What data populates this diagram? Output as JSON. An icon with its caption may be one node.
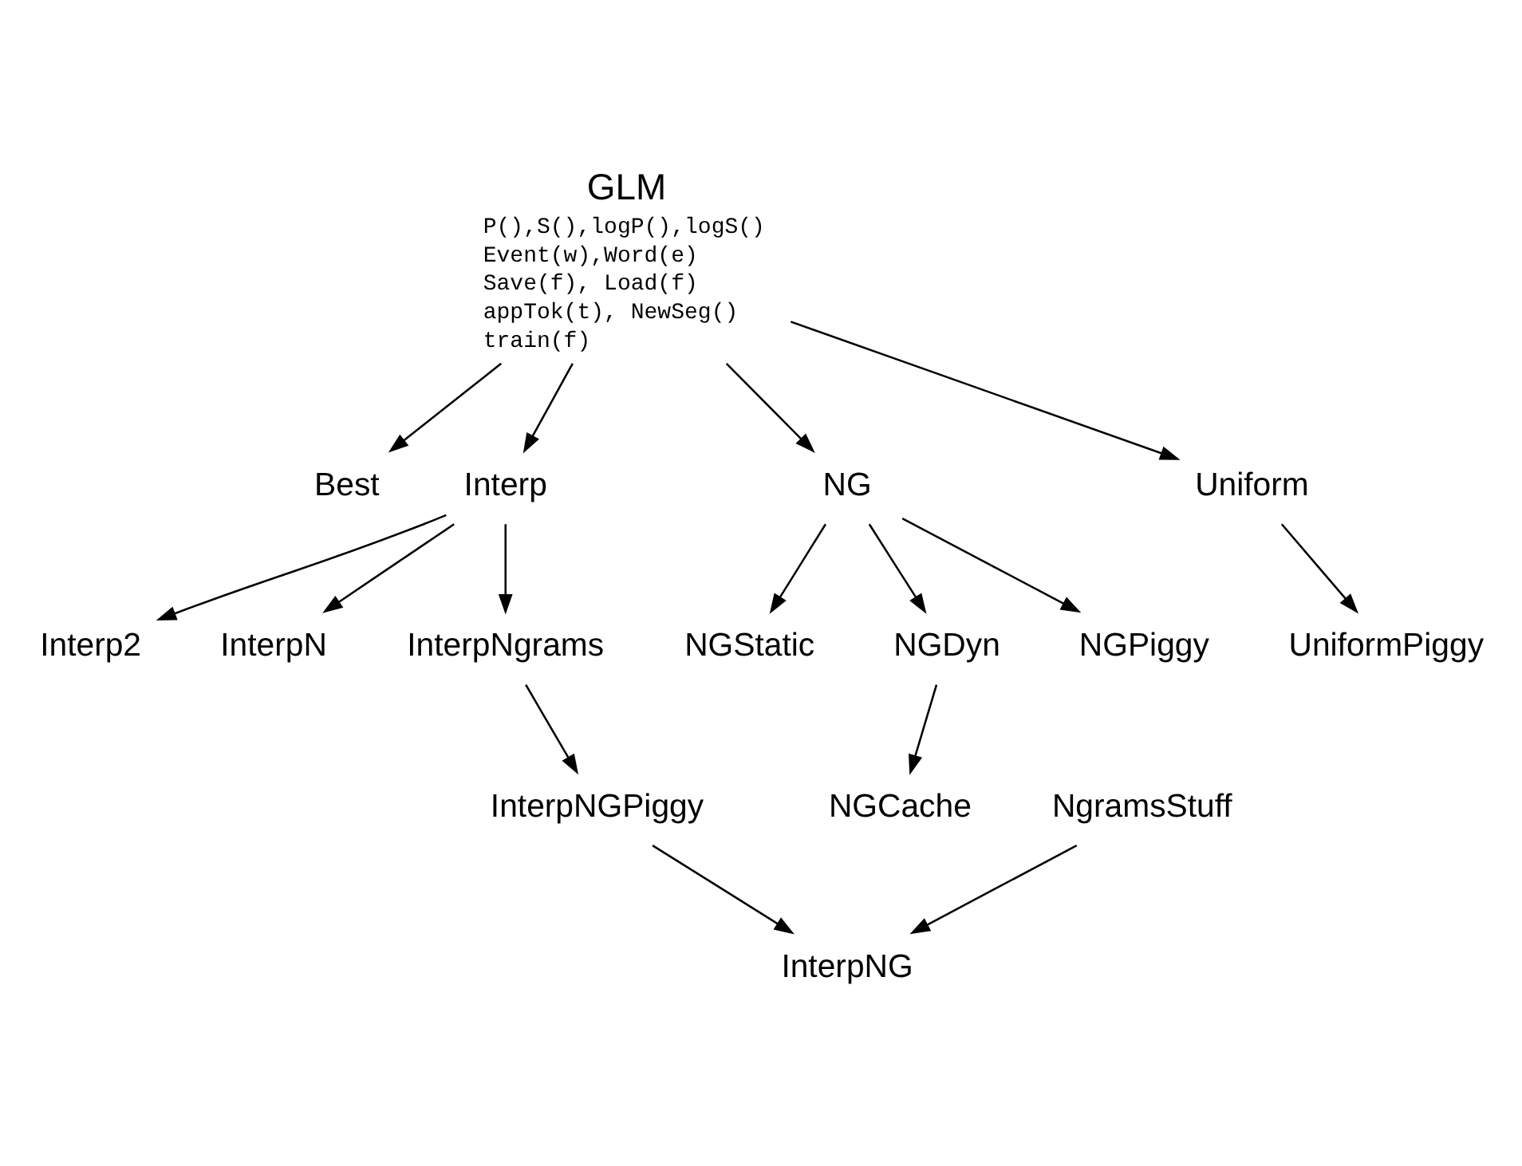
{
  "diagram": {
    "nodes": [
      {
        "text": [
          "GLM",
          "P(),S(),logP(),logS()",
          "Event(w),Word(e)",
          "Save(f), Load(f)",
          "appTok(t), NewSeg()",
          "train(f)"
        ]
      },
      {
        "text": [
          "Best"
        ]
      },
      {
        "text": [
          "Interp"
        ]
      },
      {
        "text": [
          "NG"
        ]
      },
      {
        "text": [
          "Uniform"
        ]
      },
      {
        "text": [
          "Interp2"
        ]
      },
      {
        "text": [
          "InterpN"
        ]
      },
      {
        "text": [
          "NGStatic"
        ]
      },
      {
        "text": [
          "NGDyn"
        ]
      },
      {
        "text": [
          "UniformPiggy"
        ]
      },
      {
        "text": [
          "InterpNgrams"
        ]
      },
      {
        "text": [
          "NGCache"
        ]
      },
      {
        "text": [
          "NgramsStuff"
        ]
      },
      {
        "text": [
          "InterpNGPiggy"
        ]
      },
      {
        "text": [
          "NGPiggy"
        ]
      },
      {
        "text": [
          "InterpNG"
        ]
      }
    ],
    "edges": [
      {
        "from": 0,
        "to": 1,
        "arrow": "to"
      },
      {
        "from": 0,
        "to": 2,
        "arrow": "to"
      },
      {
        "from": 0,
        "to": 3,
        "arrow": "to"
      },
      {
        "from": 0,
        "to": 4,
        "arrow": "to"
      },
      {
        "from": 2,
        "to": 5,
        "arrow": "to"
      },
      {
        "from": 2,
        "to": 6,
        "arrow": "to"
      },
      {
        "from": 2,
        "to": 10,
        "arrow": "to"
      },
      {
        "from": 3,
        "to": 7,
        "arrow": "to"
      },
      {
        "from": 3,
        "to": 8,
        "arrow": "to"
      },
      {
        "from": 3,
        "to": 14,
        "arrow": "to"
      },
      {
        "from": 4,
        "to": 9,
        "arrow": "to"
      },
      {
        "from": 8,
        "to": 11,
        "arrow": "to"
      },
      {
        "from": 10,
        "to": 13,
        "arrow": "to"
      },
      {
        "from": 13,
        "to": 15,
        "arrow": "to"
      },
      {
        "from": 12,
        "to": 15,
        "arrow": "to"
      }
    ]
  }
}
